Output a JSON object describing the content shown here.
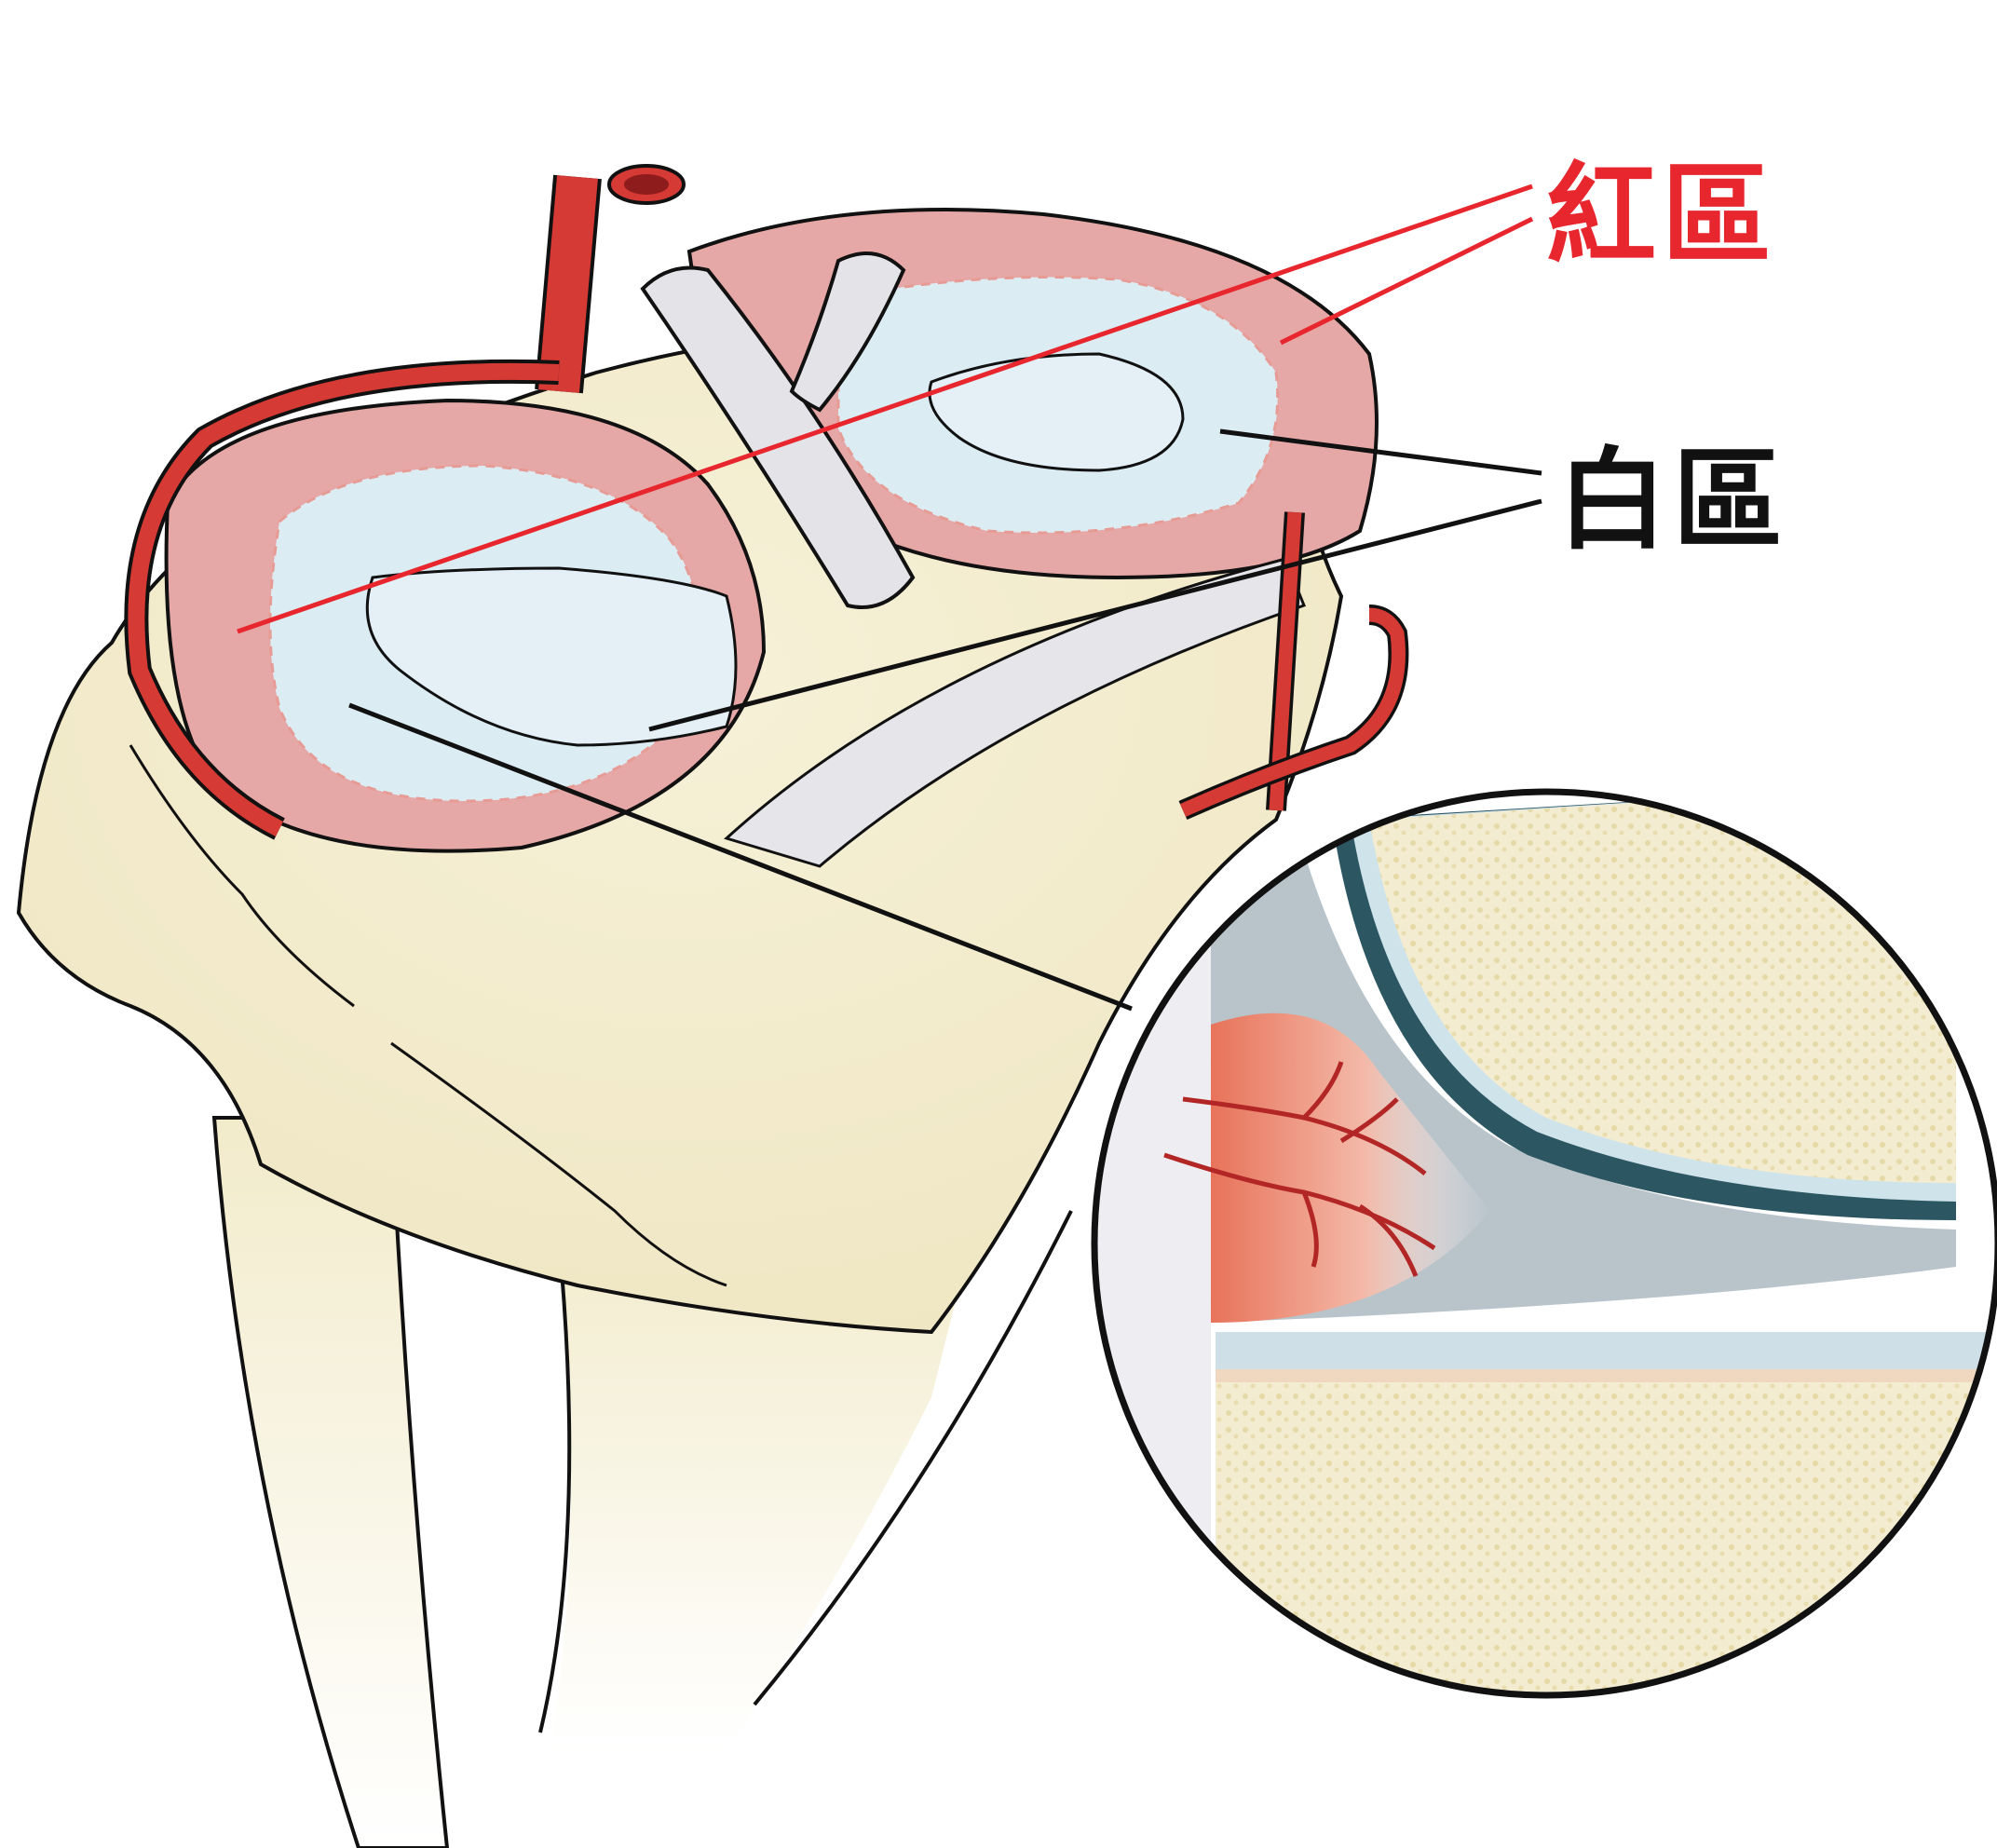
{
  "figure": {
    "subject": "knee meniscus vascular zones (tibial plateau with inset cross-section)",
    "labels": {
      "red_zone": "紅區",
      "white_zone": "白區"
    },
    "colors": {
      "red_zone_label": "#e8262e",
      "white_zone_label": "#111111",
      "artery": "#d63a35",
      "meniscus_red_zone": "#e6a8a6",
      "meniscus_white_zone": "#dcecf3",
      "bone": "#f4efd2",
      "ligament": "#e4e4e8",
      "vascular_region_inset": "#e8735a",
      "cartilage_dark": "#2b5662"
    },
    "inset": {
      "description": "magnified cross-section circle showing vascularized outer meniscus (red) and avascular inner meniscus (white)"
    }
  }
}
